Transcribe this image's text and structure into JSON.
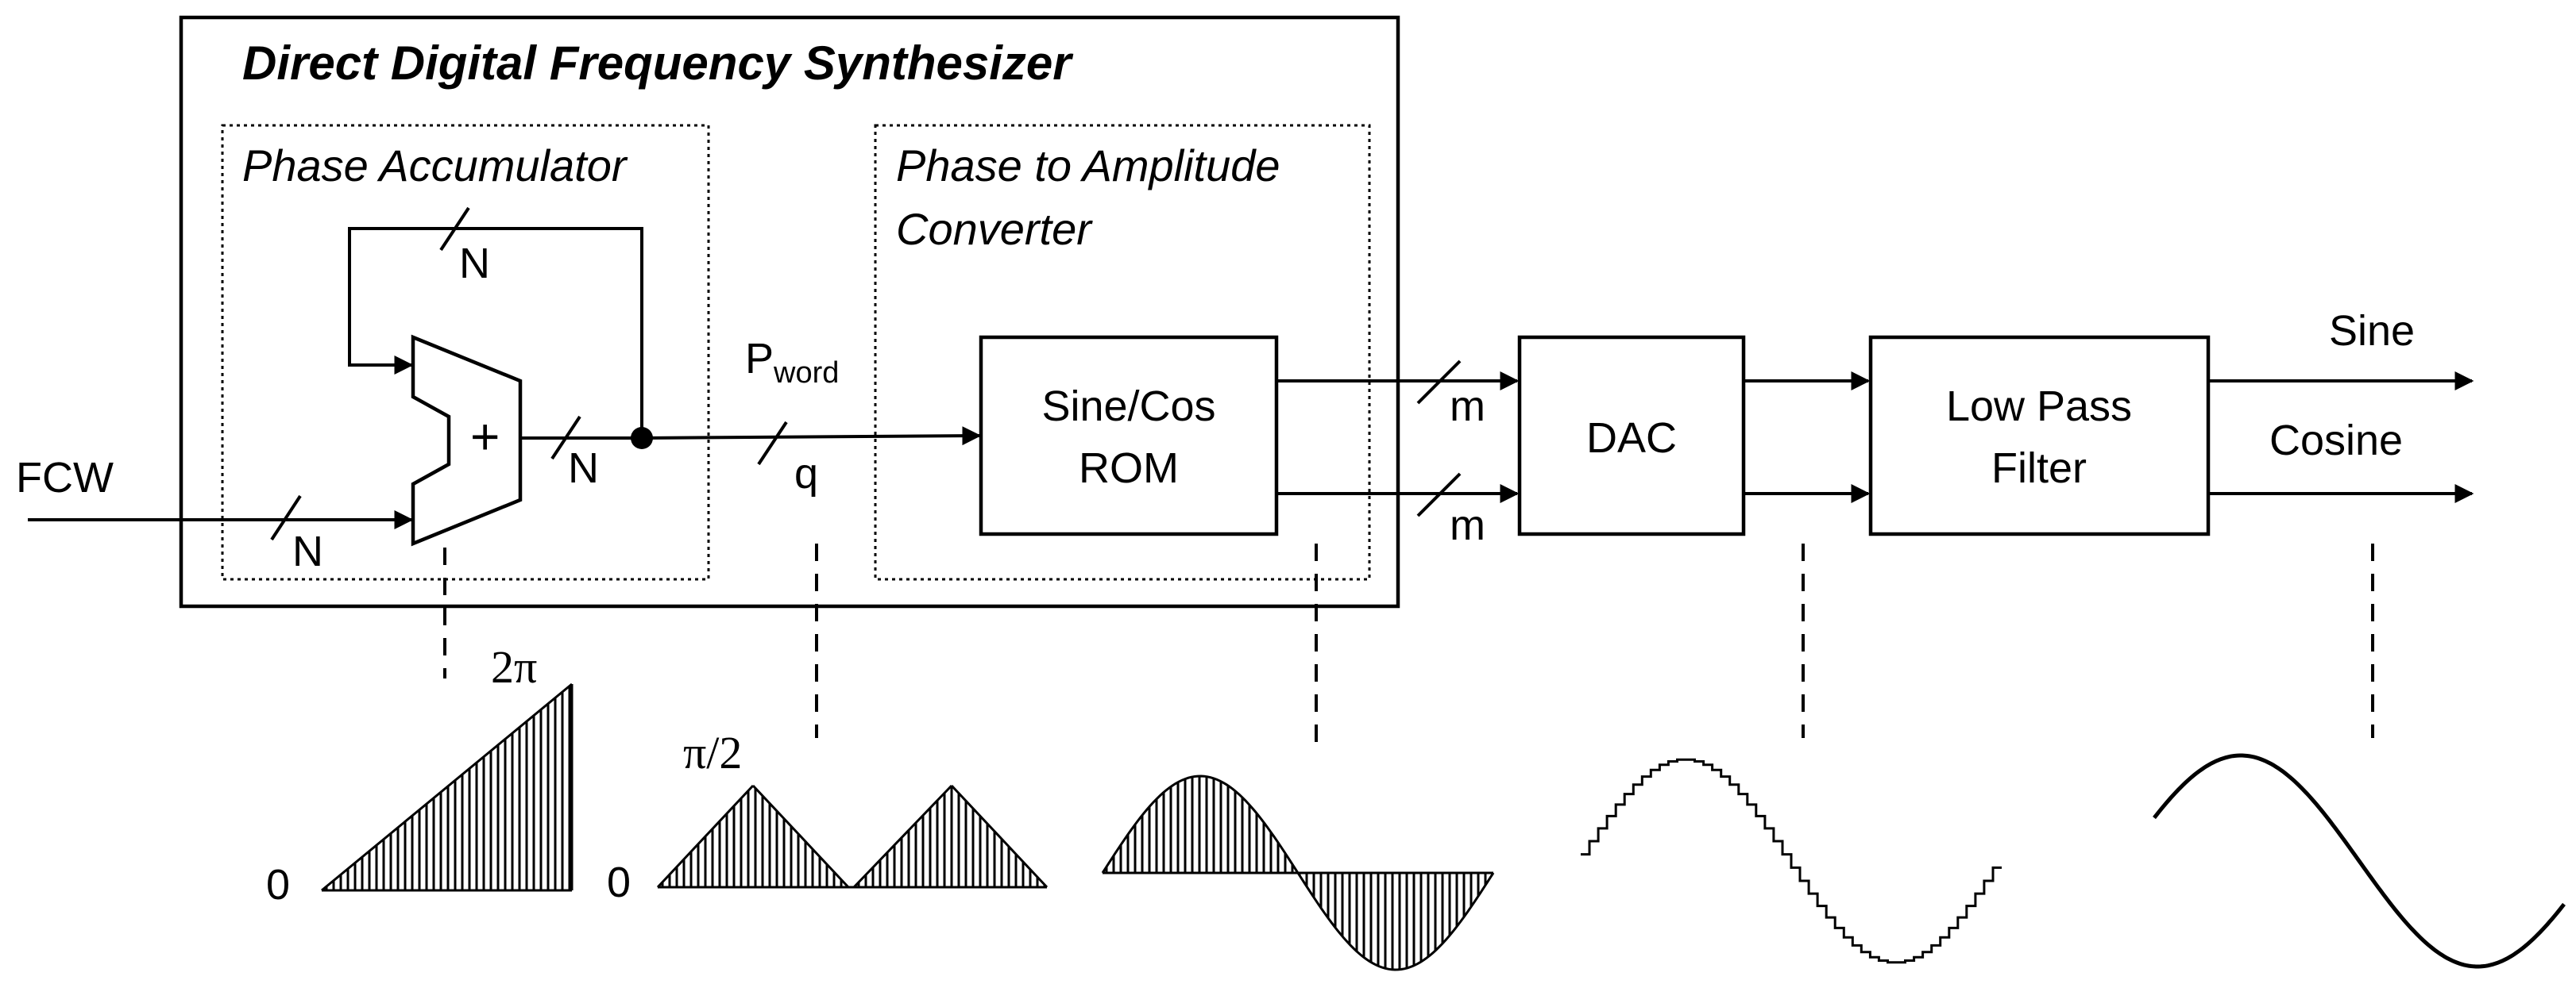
{
  "title": "Direct Digital Frequency Synthesizer",
  "phase_accumulator": {
    "label": "Phase Accumulator",
    "adder_symbol": "+"
  },
  "converter": {
    "label_line1": "Phase to Amplitude",
    "label_line2": "Converter"
  },
  "rom": {
    "line1": "Sine/Cos",
    "line2": "ROM"
  },
  "dac": {
    "label": "DAC"
  },
  "lpf": {
    "line1": "Low Pass",
    "line2": "Filter"
  },
  "signals": {
    "input": "FCW",
    "bus_width_n": "N",
    "pword_main": "P",
    "pword_sub": "word",
    "q": "q",
    "m": "m",
    "out_sine": "Sine",
    "out_cosine": "Cosine"
  },
  "waveforms": {
    "ramp_max": "2π",
    "ramp_zero": "0",
    "tri_peak": "π/2",
    "tri_zero": "0"
  }
}
